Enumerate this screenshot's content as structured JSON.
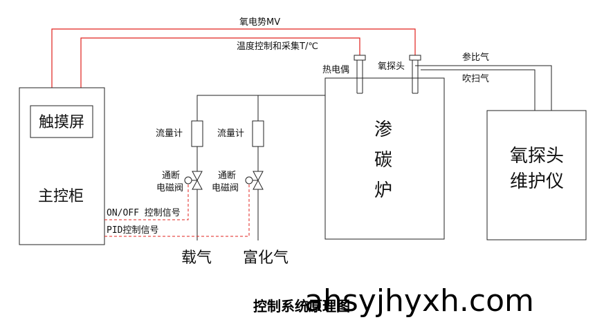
{
  "signals": {
    "oxygen_mv": "氧电势MV",
    "temp_control": "温度控制和采集T/℃"
  },
  "sensors": {
    "thermocouple": "热电偶",
    "oxygen_probe": "氧探头"
  },
  "gas_lines": {
    "reference_gas": "参比气",
    "purge_gas": "吹扫气"
  },
  "cabinet": {
    "touchscreen": "触摸屏",
    "title": "主控柜"
  },
  "furnace": {
    "title_chars": [
      "渗",
      "碳",
      "炉"
    ]
  },
  "maintainer": {
    "line1": "氧探头",
    "line2": "维护仪"
  },
  "flowmeters": [
    {
      "label": "流量计"
    },
    {
      "label": "流量计"
    }
  ],
  "valves": [
    {
      "line1": "通断",
      "line2": "电磁阀"
    },
    {
      "line1": "通断",
      "line2": "电磁阀"
    }
  ],
  "signal_lines": {
    "onoff": "ON/OFF 控制信号",
    "pid": "PID控制信号"
  },
  "inputs": {
    "carrier": "载气",
    "enrich": "富化气"
  },
  "caption": "控制系统原理图",
  "watermark": "ahsyjhyxh.com",
  "colors": {
    "signal_red": "#e0201c",
    "line_black": "#222222"
  }
}
